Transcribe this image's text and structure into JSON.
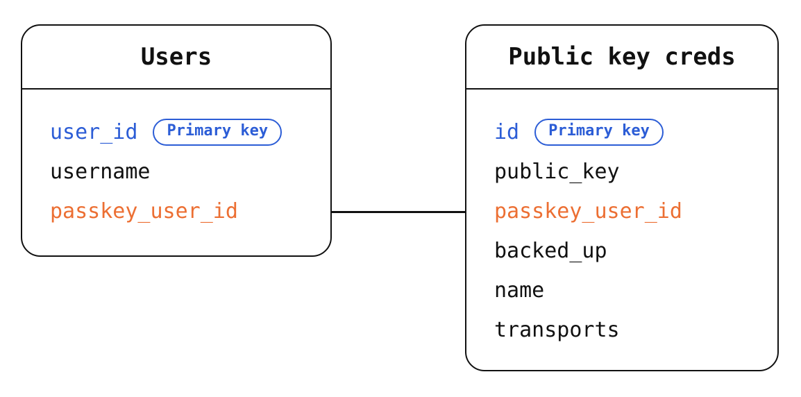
{
  "diagram": {
    "type": "entity-relationship",
    "colors": {
      "primary_key_blue": "#2c5dd6",
      "foreign_key_orange": "#ec6f33",
      "line_black": "#111111",
      "background": "#ffffff"
    },
    "tables": [
      {
        "title": "Users",
        "fields": [
          {
            "name": "user_id",
            "role": "primary-key",
            "badge": "Primary key"
          },
          {
            "name": "username",
            "role": "plain"
          },
          {
            "name": "passkey_user_id",
            "role": "foreign-key"
          }
        ]
      },
      {
        "title": "Public key creds",
        "fields": [
          {
            "name": "id",
            "role": "primary-key",
            "badge": "Primary key"
          },
          {
            "name": "public_key",
            "role": "plain"
          },
          {
            "name": "passkey_user_id",
            "role": "foreign-key"
          },
          {
            "name": "backed_up",
            "role": "plain"
          },
          {
            "name": "name",
            "role": "plain"
          },
          {
            "name": "transports",
            "role": "plain"
          }
        ]
      }
    ],
    "connector": {
      "from_table": "Users",
      "from_field": "passkey_user_id",
      "to_table": "Public key creds",
      "to_field": "passkey_user_id"
    }
  }
}
